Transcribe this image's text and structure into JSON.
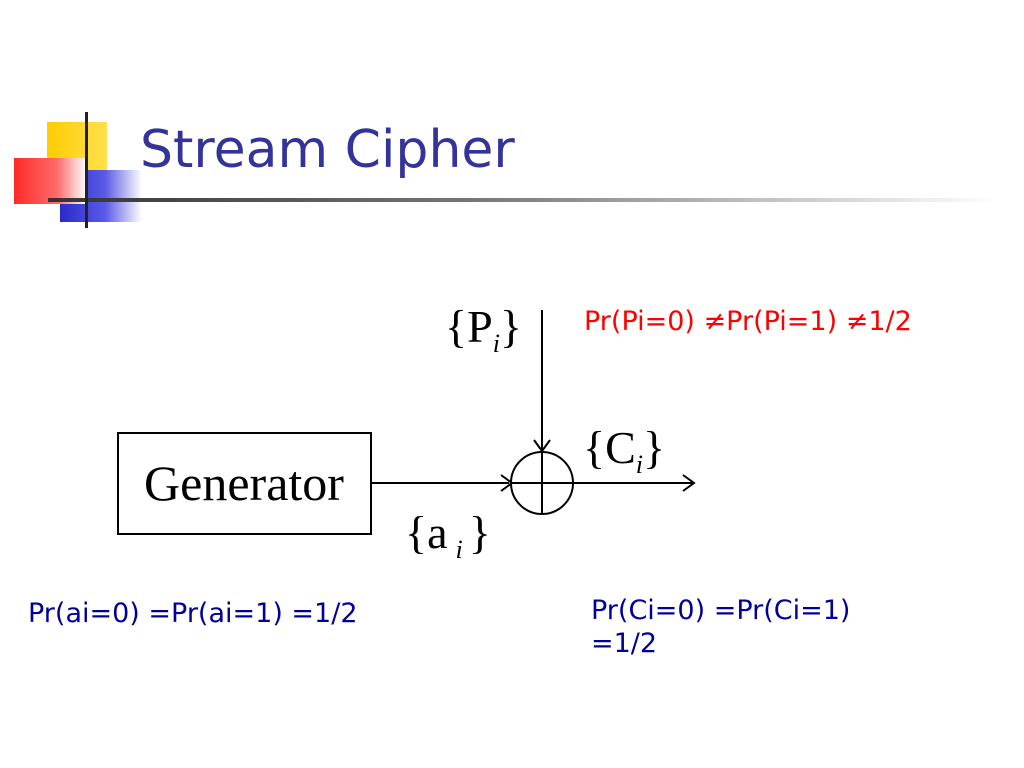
{
  "slide": {
    "title": "Stream Cipher",
    "colors": {
      "title": "#333399",
      "highlight": "#FF0000",
      "body": "#000099",
      "diagram": "#000000",
      "accent_yellow": "#FFCC00",
      "accent_red": "#FF3333",
      "accent_blue": "#3333CC"
    }
  },
  "diagram": {
    "generator_label": "Generator",
    "plaintext": {
      "base": "P",
      "sub": "i"
    },
    "keystream": {
      "base": "a",
      "sub": "i"
    },
    "ciphertext": {
      "base": "C",
      "sub": "i"
    },
    "operator": "xor-circle"
  },
  "annotations": {
    "plaintext_prob": "Pr(Pi=0) ≠Pr(Pi=1) ≠1/2",
    "keystream_prob": "Pr(ai=0) =Pr(ai=1) =1/2",
    "ciphertext_prob_line1": "Pr(Ci=0) =Pr(Ci=1)",
    "ciphertext_prob_line2": "=1/2"
  }
}
